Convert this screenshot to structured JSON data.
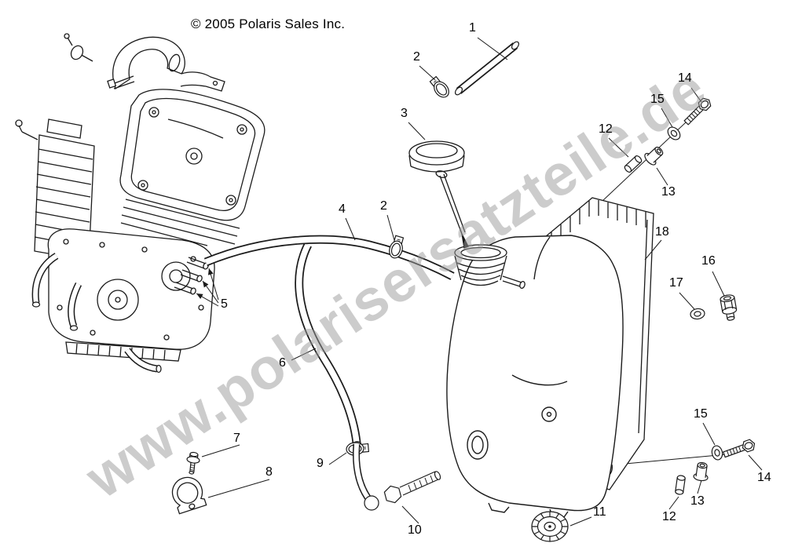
{
  "page": {
    "copyright": "© 2005 Polaris Sales Inc.",
    "watermark": "www.polarisersatzteile.de"
  },
  "colors": {
    "line": "#1b1b1b",
    "watermark": "#9a9a9a",
    "background": "#ffffff"
  },
  "callouts": [
    {
      "label": "1"
    },
    {
      "label": "2"
    },
    {
      "label": "3"
    },
    {
      "label": "14"
    },
    {
      "label": "15"
    },
    {
      "label": "12"
    },
    {
      "label": "13"
    },
    {
      "label": "4"
    },
    {
      "label": "2"
    },
    {
      "label": "18"
    },
    {
      "label": "16"
    },
    {
      "label": "17"
    },
    {
      "label": "5"
    },
    {
      "label": "6"
    },
    {
      "label": "7"
    },
    {
      "label": "8"
    },
    {
      "label": "9"
    },
    {
      "label": "10"
    },
    {
      "label": "11"
    },
    {
      "label": "15"
    },
    {
      "label": "14"
    },
    {
      "label": "13"
    },
    {
      "label": "12"
    }
  ]
}
